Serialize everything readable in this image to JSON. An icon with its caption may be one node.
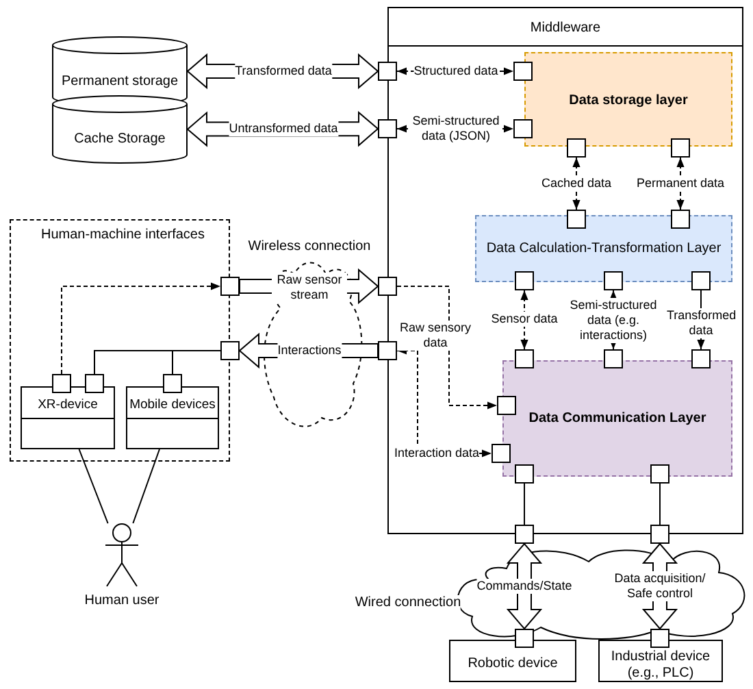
{
  "diagram": {
    "nodes": [
      {
        "text": [
          "Permanent storage"
        ]
      },
      {
        "text": [
          "Cache Storage"
        ]
      },
      {
        "text": [
          "Middleware"
        ]
      },
      {
        "text": [
          "Data storage layer"
        ],
        "in": 2
      },
      {
        "text": [
          "Data Calculation-Transformation Layer"
        ],
        "in": 2
      },
      {
        "text": [
          "Data Communication Layer"
        ],
        "in": 2
      },
      {
        "text": [
          "Human-machine interfaces"
        ]
      },
      {
        "text": [
          "XR-device"
        ],
        "in": 6
      },
      {
        "text": [
          "Mobile devices"
        ],
        "in": 6
      },
      {
        "text": [
          "Human user"
        ]
      },
      {
        "text": [
          "Robotic device"
        ]
      },
      {
        "text": [
          "Industrial device (e.g., PLC)"
        ]
      },
      {
        "text": [],
        "shape": "box"
      },
      {
        "text": [],
        "shape": "box"
      },
      {
        "text": [],
        "shape": "box",
        "in": 2
      },
      {
        "text": [],
        "shape": "box",
        "in": 2
      },
      {
        "text": [],
        "shape": "box",
        "in": 2
      },
      {
        "text": [],
        "shape": "box",
        "in": 2
      },
      {
        "text": [],
        "shape": "box",
        "in": 2
      },
      {
        "text": [],
        "shape": "box",
        "in": 2
      },
      {
        "text": [],
        "shape": "box",
        "in": 2
      },
      {
        "text": [],
        "shape": "box",
        "in": 2
      },
      {
        "text": [],
        "shape": "box",
        "in": 2
      },
      {
        "text": [],
        "shape": "box",
        "in": 2
      },
      {
        "text": [],
        "shape": "box",
        "in": 2
      },
      {
        "text": [],
        "shape": "box",
        "in": 2
      },
      {
        "text": [],
        "shape": "box"
      },
      {
        "text": [],
        "shape": "box"
      },
      {
        "text": [],
        "shape": "box",
        "in": 2
      },
      {
        "text": [],
        "shape": "box",
        "in": 2
      },
      {
        "text": [],
        "shape": "box",
        "in": 2
      },
      {
        "text": [],
        "shape": "box",
        "in": 2
      },
      {
        "text": [],
        "shape": "box"
      },
      {
        "text": [],
        "shape": "box"
      },
      {
        "text": [],
        "shape": "box"
      },
      {
        "text": [],
        "shape": "box"
      },
      {
        "text": [],
        "shape": "box"
      },
      {
        "text": [],
        "shape": "box"
      },
      {
        "text": [],
        "shape": "box",
        "in": 6
      },
      {
        "text": [],
        "shape": "box",
        "in": 6
      },
      {
        "text": [],
        "shape": "box",
        "in": 6
      }
    ],
    "edges": [
      {
        "from": 0,
        "to": 12,
        "arrow": "both",
        "style": "thick",
        "label": "Transformed data"
      },
      {
        "from": 1,
        "to": 13,
        "arrow": "both",
        "style": "thick",
        "label": "Untransformed data"
      },
      {
        "from": 12,
        "to": 14,
        "arrow": "both",
        "style": "dashed",
        "label": "Structured data"
      },
      {
        "from": 13,
        "to": 15,
        "arrow": "both",
        "style": "dashed",
        "label": "Semi-structured data (JSON)"
      },
      {
        "from": 16,
        "to": 18,
        "arrow": "both",
        "style": "dashed",
        "label": "Cached data"
      },
      {
        "from": 17,
        "to": 19,
        "arrow": "both",
        "style": "dashed",
        "label": "Permanent data"
      },
      {
        "from": 23,
        "to": 20,
        "arrow": "both",
        "style": "dashed",
        "label": "Sensor data"
      },
      {
        "from": 24,
        "to": 21,
        "arrow": "both",
        "style": "dashed",
        "label": "Semi-structured data (e.g. interactions)"
      },
      {
        "from": 22,
        "to": 25,
        "arrow": "to",
        "label": "Transformed data"
      },
      {
        "from": 26,
        "to": 28,
        "arrow": "to",
        "style": "dashed",
        "label": "Raw sensory data"
      },
      {
        "from": 27,
        "to": 29,
        "arrow": "both",
        "style": "dashed",
        "label": "Interaction data"
      },
      {
        "from": 30,
        "to": 32,
        "arrow": "none"
      },
      {
        "from": 31,
        "to": 33,
        "arrow": "none"
      },
      {
        "from": 32,
        "to": 34,
        "arrow": "both",
        "style": "thick",
        "label": "Commands/State"
      },
      {
        "from": 33,
        "to": 35,
        "arrow": "both",
        "style": "thick",
        "label": "Data acquisition/ Safe control"
      },
      {
        "from": 36,
        "to": 26,
        "arrow": "to",
        "style": "thick",
        "label": "Raw sensor stream"
      },
      {
        "from": 27,
        "to": 37,
        "arrow": "to",
        "style": "thick",
        "label": "Interactions"
      },
      {
        "from": 38,
        "to": 36,
        "arrow": "to",
        "style": "dashed"
      },
      {
        "from": 39,
        "to": 37,
        "arrow": "none"
      },
      {
        "from": 40,
        "to": 37,
        "arrow": "none"
      },
      {
        "from": 7,
        "to": 9,
        "arrow": "none"
      },
      {
        "from": 8,
        "to": 9,
        "arrow": "none"
      }
    ],
    "labels": [
      "Wireless connection",
      "Wired connection"
    ]
  }
}
